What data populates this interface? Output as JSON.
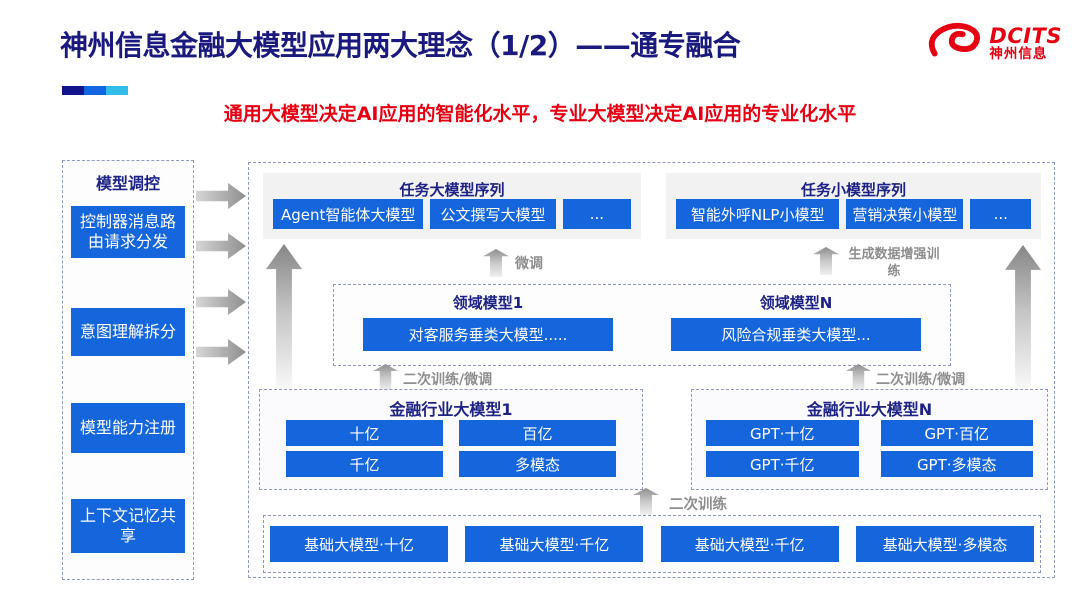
{
  "header": {
    "title": "神州信息金融大模型应用两大理念（1/2）——通专融合",
    "subtitle": "通用大模型决定AI应用的智能化水平，专业大模型决定AI应用的专业化水平",
    "logo": {
      "brand": "DCITS",
      "brand_cn": "神州信息"
    }
  },
  "colors": {
    "title_navy": "#1a1a7e",
    "header_navy": "#1d2385",
    "box_blue": "#1565dc",
    "brand_red": "#e60012",
    "accent_segments": [
      "#12128c",
      "#1266e0",
      "#32bde8"
    ],
    "arrow_gray": "#8e8e8e",
    "group_gray_bg": "#f2f2f3"
  },
  "sidebar": {
    "title": "模型调控",
    "items": [
      "控制器消息路由请求分发",
      "意图理解拆分",
      "模型能力注册",
      "上下文记忆共享"
    ]
  },
  "diagram": {
    "task_large": {
      "title": "任务大模型序列",
      "items": [
        "Agent智能体大模型",
        "公文撰写大模型",
        "..."
      ]
    },
    "task_small": {
      "title": "任务小模型序列",
      "items": [
        "智能外呼NLP小模型",
        "营销决策小模型",
        "..."
      ]
    },
    "labels": {
      "finetune": "微调",
      "gen_data_training": "生成数据增强训练",
      "retrain_finetune_left": "二次训练/微调",
      "retrain_finetune_right": "二次训练/微调",
      "retrain": "二次训练"
    },
    "domain": {
      "left": {
        "title": "领域模型1",
        "item": "对客服务垂类大模型....."
      },
      "right": {
        "title": "领域模型N",
        "item": "风险合规垂类大模型..."
      }
    },
    "industry_left": {
      "title": "金融行业大模型1",
      "items": [
        "十亿",
        "百亿",
        "千亿",
        "多模态"
      ]
    },
    "industry_right": {
      "title": "金融行业大模型N",
      "items": [
        "GPT·十亿",
        "GPT·百亿",
        "GPT·千亿",
        "GPT·多模态"
      ]
    },
    "base": {
      "items": [
        "基础大模型·十亿",
        "基础大模型·千亿",
        "基础大模型·千亿",
        "基础大模型·多模态"
      ]
    }
  }
}
